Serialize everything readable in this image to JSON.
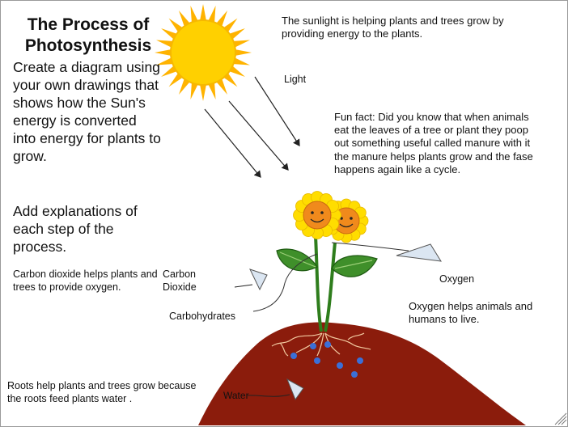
{
  "title": "The Process of Photosynthesis",
  "instructions": "Create a diagram using your own drawings that shows how the Sun's energy is converted into energy for plants to grow.",
  "explain_prompt": "Add explanations of each step of the process.",
  "sunlight_note": "The sunlight is helping plants and trees grow by providing energy to the plants.",
  "light_label": "Light",
  "fun_fact": "Fun fact: Did you know that when animals eat the leaves of a tree or plant they poop out something useful called manure with it the manure helps plants grow and the fase happens again like a cycle.",
  "co2_note": "Carbon dioxide helps plants and trees to provide oxygen.",
  "co2_label": "Carbon Dioxide",
  "carbohydrates_label": "Carbohydrates",
  "oxygen_label": "Oxygen",
  "oxygen_note": "Oxygen helps animals and humans to live.",
  "roots_note": "Roots help plants and trees grow because the roots feed plants water .",
  "water_label": "Water",
  "colors": {
    "sun": "#ffcc00",
    "sun_rays": "#ffb400",
    "soil": "#8b1c0c",
    "leaf": "#3f8f2a",
    "petal": "#ffdd00",
    "flower_face": "#f08a1c",
    "water_drop": "#3a6fd8",
    "arrow_fill": "#dbe6f2"
  }
}
